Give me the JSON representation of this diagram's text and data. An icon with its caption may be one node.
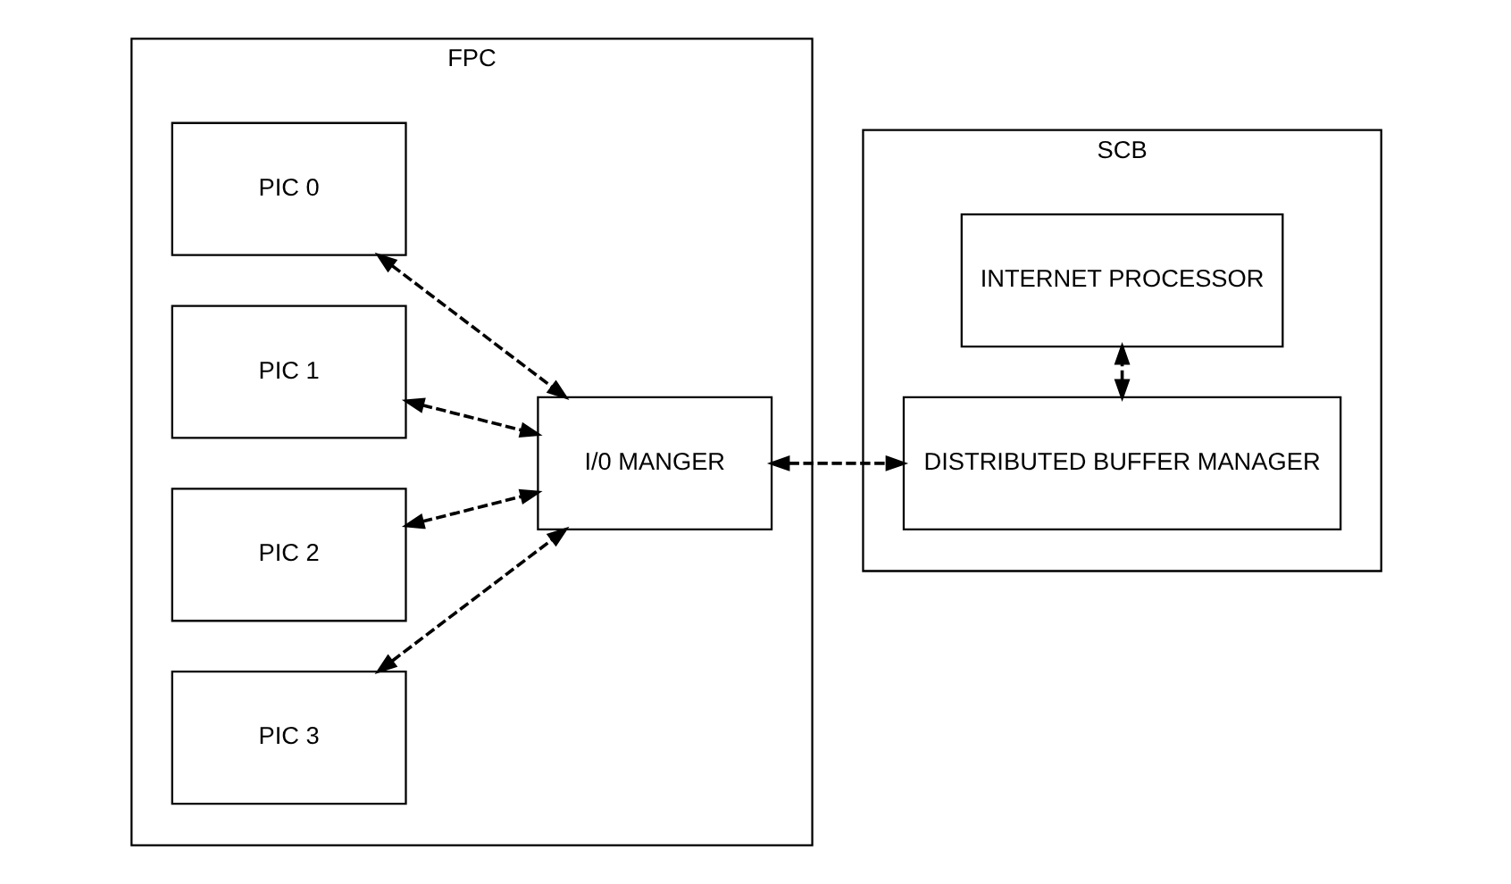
{
  "diagram": {
    "nodes": [
      {
        "text": [
          "FPC"
        ]
      },
      {
        "text": [
          "PIC 0"
        ],
        "in": 0
      },
      {
        "text": [
          "PIC 1"
        ],
        "in": 0
      },
      {
        "text": [
          "PIC 2"
        ],
        "in": 0
      },
      {
        "text": [
          "PIC 3"
        ],
        "in": 0
      },
      {
        "text": [
          "I/0 MANGER"
        ],
        "in": 0
      },
      {
        "text": [
          "SCB"
        ]
      },
      {
        "text": [
          "DISTRIBUTED BUFFER MANAGER"
        ],
        "in": 6
      },
      {
        "text": [
          "INTERNET PROCESSOR"
        ],
        "in": 6
      }
    ],
    "edges": [
      {
        "from": 1,
        "to": 5,
        "arrow": "both",
        "style": "dashed"
      },
      {
        "from": 2,
        "to": 5,
        "arrow": "both",
        "style": "dashed"
      },
      {
        "from": 3,
        "to": 5,
        "arrow": "both",
        "style": "dashed"
      },
      {
        "from": 4,
        "to": 5,
        "arrow": "both",
        "style": "dashed"
      },
      {
        "from": 5,
        "to": 7,
        "arrow": "both",
        "style": "dashed"
      },
      {
        "from": 7,
        "to": 8,
        "arrow": "both",
        "style": "dashed"
      }
    ]
  }
}
